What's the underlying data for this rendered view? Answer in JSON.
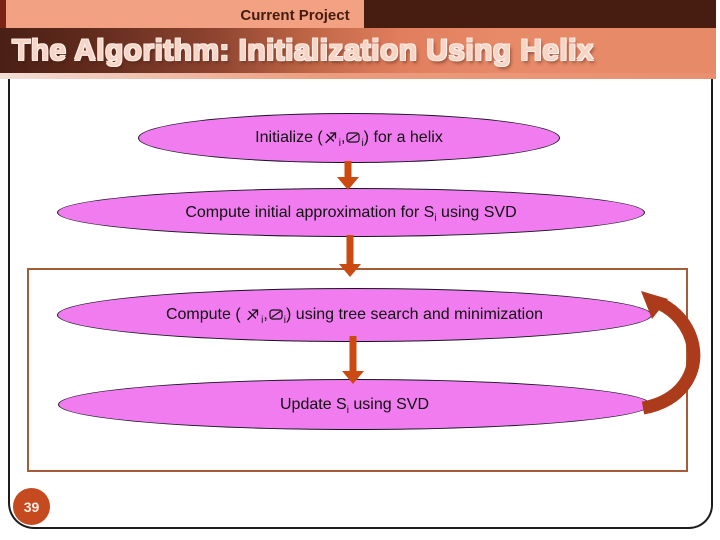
{
  "header": {
    "project_label": "Current Project",
    "bar_salmon_color": "#f2a183",
    "bar_dark_color": "#471d12",
    "bar_sliver_color": "#7b2315"
  },
  "title": {
    "text": "The Algorithm: Initialization Using Helix",
    "text_color": "#f6d5c6"
  },
  "page_number": "39",
  "flowchart": {
    "ellipse_fill": "#f17cf0",
    "down_arrow_color": "#cb4a12",
    "loop_arrow_color": "#ab3b1a",
    "inner_box_border_color": "#a65c36",
    "steps": [
      {
        "id": "initialize-helix",
        "parts": [
          {
            "t": "Initialize ("
          },
          {
            "sym": "x-arrow-symbol"
          },
          {
            "sub": "i"
          },
          {
            "t": ","
          },
          {
            "sym": "box-slash-symbol"
          },
          {
            "sub": "i"
          },
          {
            "t": ") for a helix"
          }
        ]
      },
      {
        "id": "compute-initial-approximation",
        "parts": [
          {
            "t": "Compute initial approximation for S"
          },
          {
            "sub": "i"
          },
          {
            "t": " using SVD"
          }
        ]
      },
      {
        "id": "compute-tree-search",
        "parts": [
          {
            "t": "Compute ( "
          },
          {
            "sym": "x-arrow-symbol"
          },
          {
            "sub": "i"
          },
          {
            "t": ","
          },
          {
            "sym": "box-slash-symbol"
          },
          {
            "sub": "i"
          },
          {
            "t": ") using tree search and minimization"
          }
        ]
      },
      {
        "id": "update-svd",
        "parts": [
          {
            "t": "Update S"
          },
          {
            "sub": "i"
          },
          {
            "t": " using SVD"
          }
        ]
      }
    ]
  }
}
